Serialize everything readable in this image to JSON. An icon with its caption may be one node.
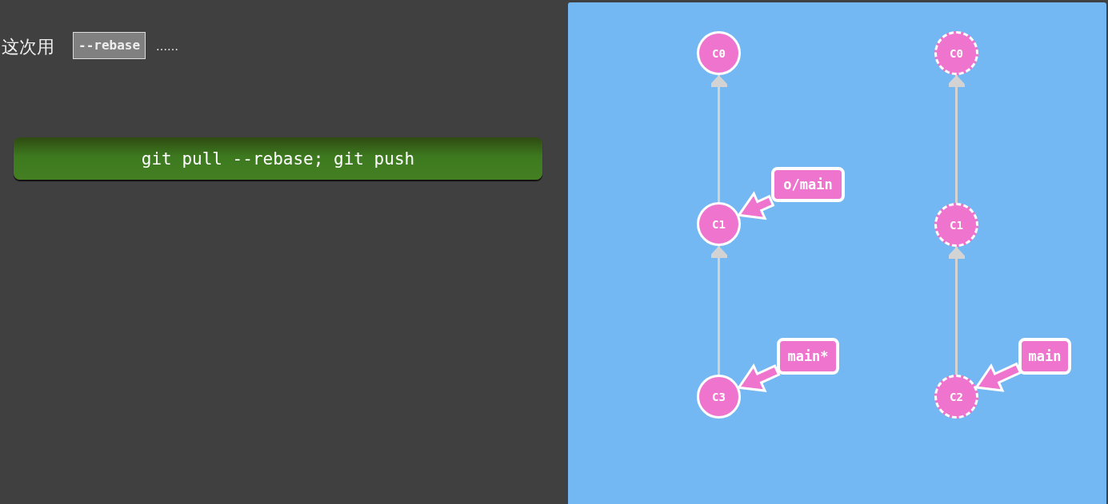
{
  "diagram": {
    "nodes": [
      {
        "text": [
          "git pull --rebase; git push"
        ]
      },
      {
        "text": [
          "C0"
        ]
      },
      {
        "text": [
          "C1"
        ]
      },
      {
        "text": [
          "C3"
        ]
      },
      {
        "text": [
          "o/main"
        ]
      },
      {
        "text": [
          "main*"
        ]
      },
      {
        "text": [
          "C0"
        ]
      },
      {
        "text": [
          "C1"
        ]
      },
      {
        "text": [
          "C2"
        ]
      },
      {
        "text": [
          "main"
        ]
      }
    ],
    "edges": [
      {
        "from": 2,
        "to": 1,
        "arrow": "to"
      },
      {
        "from": 3,
        "to": 2,
        "arrow": "to"
      },
      {
        "from": 4,
        "to": 2,
        "arrow": "to",
        "style": "thick",
        "color": "#ee74cd"
      },
      {
        "from": 5,
        "to": 3,
        "arrow": "to",
        "style": "thick",
        "color": "#ee74cd"
      },
      {
        "from": 7,
        "to": 6,
        "arrow": "to"
      },
      {
        "from": 8,
        "to": 7,
        "arrow": "to"
      },
      {
        "from": 9,
        "to": 8,
        "arrow": "to",
        "style": "thick",
        "color": "#ee74cd"
      }
    ],
    "labels": [
      "这次用",
      "--rebase",
      "……"
    ]
  }
}
